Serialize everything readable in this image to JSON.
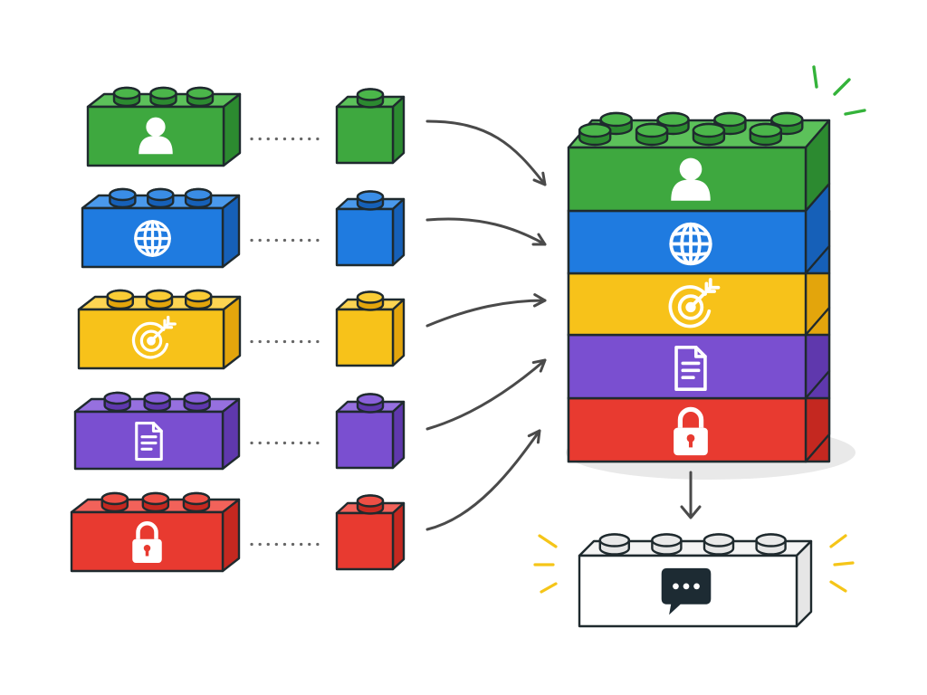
{
  "colors": {
    "green": {
      "front": "#3ea83f",
      "top": "#5cc15a",
      "side": "#2c8a30",
      "stud": "#4bb64a"
    },
    "blue": {
      "front": "#1f7be0",
      "top": "#4a99ec",
      "side": "#1660b8",
      "stud": "#3a8de6"
    },
    "yellow": {
      "front": "#f7c21a",
      "top": "#fcd452",
      "side": "#e3a50c",
      "stud": "#f9cc35"
    },
    "purple": {
      "front": "#7a4fd0",
      "top": "#9670df",
      "side": "#5f38ad",
      "stud": "#8a61d9"
    },
    "red": {
      "front": "#e83a30",
      "top": "#f2625a",
      "side": "#c42820",
      "stud": "#ee4f45"
    },
    "white": {
      "front": "#ffffff",
      "top": "#f4f4f4",
      "side": "#e6e6e6",
      "stud": "#e9e9e9"
    },
    "outline": "#1f2a2e",
    "arrow": "#4a4a4a",
    "dots": "#666666",
    "spark_green": "#34b33a",
    "spark_yellow": "#f5c518",
    "shadow": "#e9e9e9"
  },
  "modules": [
    {
      "name": "user",
      "color": "green",
      "icon": "user-icon"
    },
    {
      "name": "globe",
      "color": "blue",
      "icon": "globe-icon"
    },
    {
      "name": "target",
      "color": "yellow",
      "icon": "target-icon"
    },
    {
      "name": "document",
      "color": "purple",
      "icon": "document-icon"
    },
    {
      "name": "lock",
      "color": "red",
      "icon": "lock-icon"
    }
  ],
  "output": {
    "color": "white",
    "icon": "chat-bubble-icon"
  }
}
